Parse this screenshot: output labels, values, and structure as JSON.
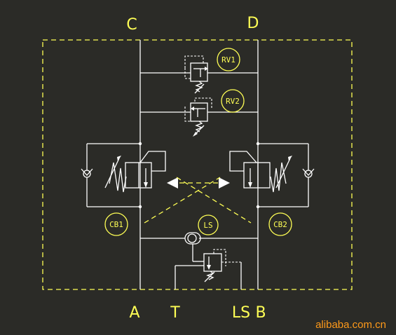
{
  "ports": {
    "top_left": "C",
    "top_right": "D",
    "bottom_a": "A",
    "bottom_t": "T",
    "bottom_ls": "LS",
    "bottom_b": "B"
  },
  "valves": {
    "rv1": "RV1",
    "rv2": "RV2",
    "cb1": "CB1",
    "cb2": "CB2",
    "ls": "LS"
  },
  "watermark": "alibaba.com.cn",
  "colors": {
    "background": "#2b2b27",
    "lines": "#ffffff",
    "annotation": "#ffff55",
    "watermark": "#ff9a1a"
  }
}
